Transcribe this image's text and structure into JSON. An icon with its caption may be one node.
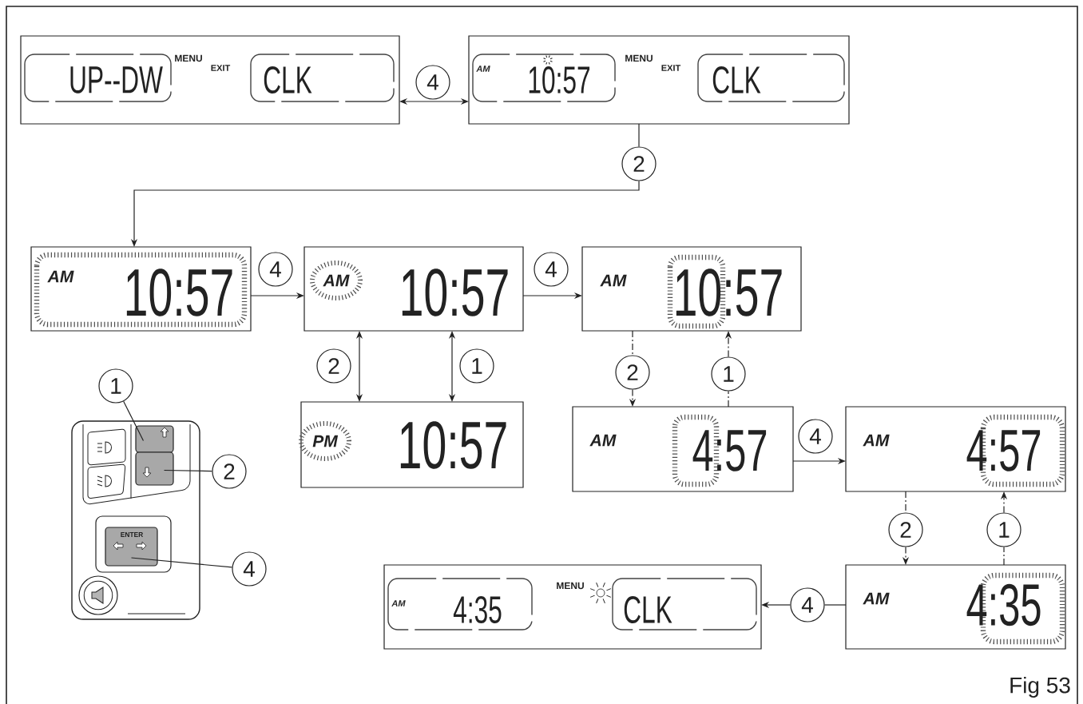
{
  "diagram": {
    "nodes": [
      {
        "text": [
          "UP--DW",
          "MENU",
          "EXIT",
          "CLK"
        ]
      },
      {
        "text": [
          "4"
        ]
      },
      {
        "text": [
          "AM",
          "10:57",
          "MENU",
          "EXIT",
          "CLK"
        ]
      },
      {
        "text": [
          "2"
        ]
      },
      {
        "text": [
          "AM",
          "10:57"
        ]
      },
      {
        "text": [
          "4"
        ]
      },
      {
        "text": [
          "AM",
          "10:57"
        ]
      },
      {
        "text": [
          "4"
        ]
      },
      {
        "text": [
          "AM",
          "10:57"
        ]
      },
      {
        "text": [
          "2"
        ]
      },
      {
        "text": [
          "1"
        ]
      },
      {
        "text": [
          "2"
        ]
      },
      {
        "text": [
          "1"
        ]
      },
      {
        "text": [
          "PM",
          "10:57"
        ]
      },
      {
        "text": [
          "AM",
          "4:57"
        ]
      },
      {
        "text": [
          "4"
        ]
      },
      {
        "text": [
          "AM",
          "4:57"
        ]
      },
      {
        "text": [
          "2"
        ]
      },
      {
        "text": [
          "1"
        ]
      },
      {
        "text": [
          "AM",
          "4:35",
          "MENU",
          "CLK"
        ]
      },
      {
        "text": [
          "4"
        ]
      },
      {
        "text": [
          "AM",
          "4:35"
        ]
      },
      {
        "text": [
          "1"
        ]
      },
      {
        "text": [],
        "shape": "box"
      },
      {
        "text": [
          "2"
        ]
      },
      {
        "text": [],
        "shape": "box"
      },
      {
        "text": [
          "4"
        ]
      },
      {
        "text": [
          "ENTER"
        ]
      },
      {
        "text": [],
        "shape": "circle"
      }
    ],
    "edges": [
      {
        "from": 0,
        "to": 2,
        "arrow": "both"
      },
      {
        "from": 2,
        "to": 3,
        "arrow": "none"
      },
      {
        "from": 3,
        "to": 4,
        "arrow": "to"
      },
      {
        "from": 4,
        "to": 6,
        "arrow": "to"
      },
      {
        "from": 6,
        "to": 8,
        "arrow": "to"
      },
      {
        "from": 6,
        "to": 13,
        "arrow": "both"
      },
      {
        "from": 6,
        "to": 13,
        "arrow": "both"
      },
      {
        "from": 8,
        "to": 11,
        "arrow": "none",
        "style": "dashed"
      },
      {
        "from": 11,
        "to": 14,
        "arrow": "to",
        "style": "dashed"
      },
      {
        "from": 14,
        "to": 12,
        "arrow": "none",
        "style": "dashed"
      },
      {
        "from": 12,
        "to": 8,
        "arrow": "to",
        "style": "dashed"
      },
      {
        "from": 14,
        "to": 16,
        "arrow": "to"
      },
      {
        "from": 16,
        "to": 17,
        "arrow": "none",
        "style": "dashed"
      },
      {
        "from": 17,
        "to": 21,
        "arrow": "to",
        "style": "dashed"
      },
      {
        "from": 21,
        "to": 18,
        "arrow": "none",
        "style": "dashed"
      },
      {
        "from": 18,
        "to": 16,
        "arrow": "to",
        "style": "dashed"
      },
      {
        "from": 21,
        "to": 20,
        "arrow": "none"
      },
      {
        "from": 20,
        "to": 19,
        "arrow": "to"
      },
      {
        "from": 22,
        "to": 23,
        "arrow": "none"
      },
      {
        "from": 24,
        "to": 25,
        "arrow": "none"
      },
      {
        "from": 26,
        "to": 27,
        "arrow": "none"
      }
    ],
    "labels": [
      "Fig 53"
    ]
  }
}
